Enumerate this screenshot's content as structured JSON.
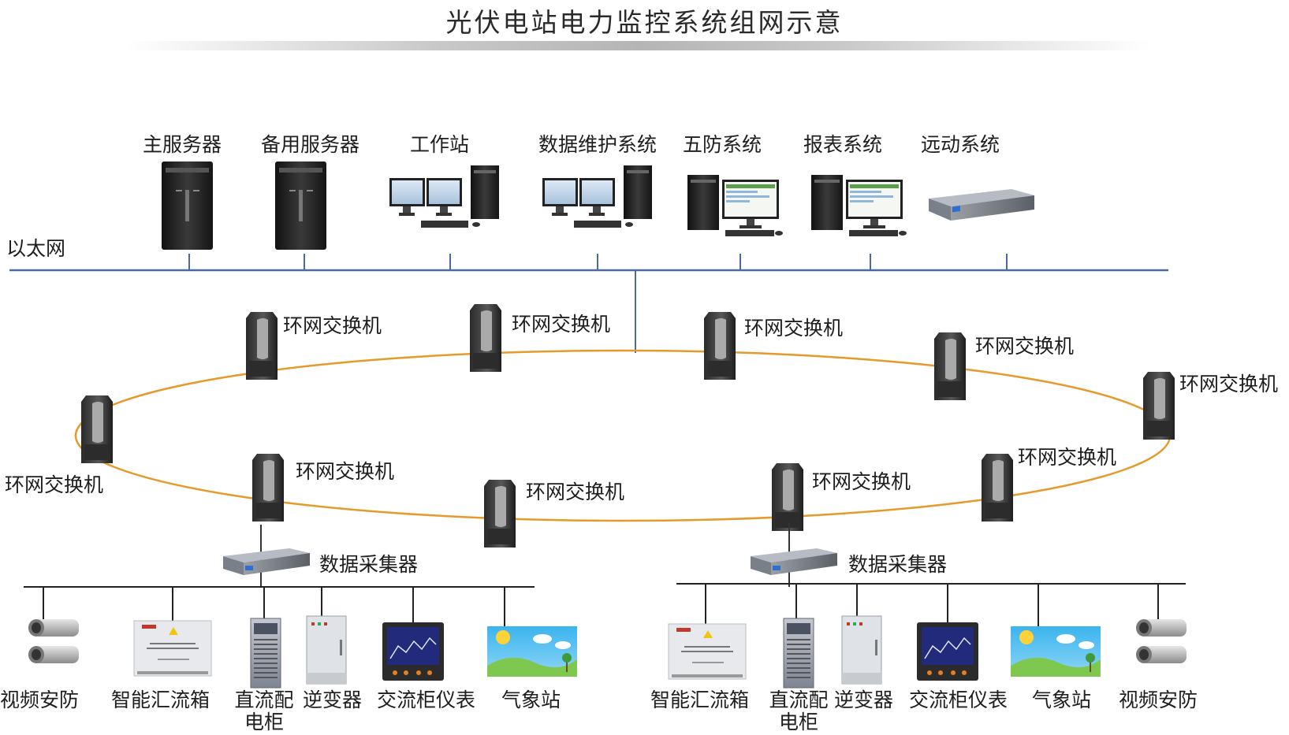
{
  "title": "光伏电站电力监控系统组网示意",
  "ethernet_label": "以太网",
  "servers": {
    "main_server": "主服务器",
    "backup_server": "备用服务器",
    "workstation": "工作站",
    "data_maintenance": "数据维护系统",
    "five_defense": "五防系统",
    "report_system": "报表系统",
    "telecontrol": "远动系统"
  },
  "ring": {
    "switch_label": "环网交换机",
    "line_color": "#e59a2b",
    "bus_color": "#4a6a9a"
  },
  "collectors": {
    "left_label": "数据采集器",
    "right_label": "数据采集器"
  },
  "left_devices": {
    "video": "视频安防",
    "combiner": "智能汇流箱",
    "dc_cabinet": "直流配电柜",
    "inverter": "逆变器",
    "ac_meter": "交流柜仪表",
    "weather": "气象站"
  },
  "right_devices": {
    "combiner": "智能汇流箱",
    "dc_cabinet": "直流配电柜",
    "inverter": "逆变器",
    "ac_meter": "交流柜仪表",
    "weather": "气象站",
    "video": "视频安防"
  }
}
